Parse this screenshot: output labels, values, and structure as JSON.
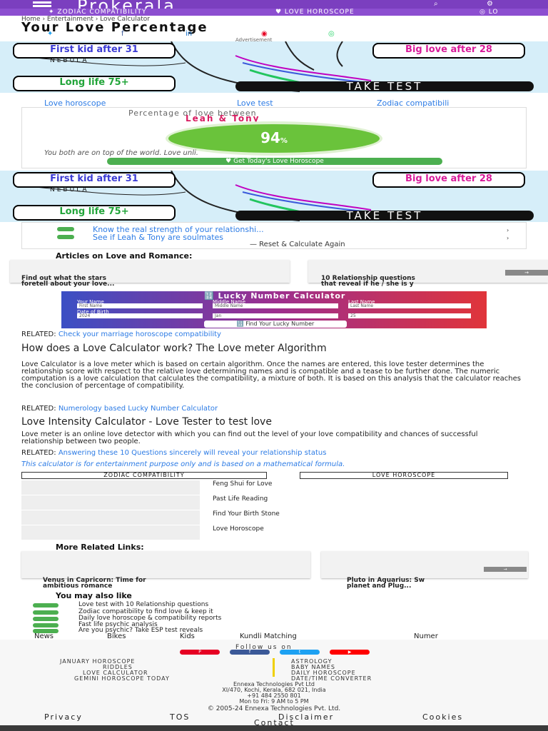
{
  "top": {
    "logo": "Prokerala",
    "search_icon": "search-icon",
    "settings_icon": "gear-icon"
  },
  "subnav": {
    "zodiac": "✦ ZODIAC COMPATIBILITY",
    "love": "♥ LOVE HOROSCOPE",
    "lo": "◎ LO"
  },
  "breadcrumb": "Home  ›  Entertainment  ›  Love Calculator",
  "title": "Your Love Percentage",
  "advert": "Advertisement",
  "banner": {
    "left1": "First kid",
    "left1b": "after 31",
    "left2": "NEBULA",
    "left3": "Long life",
    "left3b": "75+",
    "right1": "Big love",
    "right1b": "after 28",
    "take": "TAKE TEST"
  },
  "pills": [
    "Love horoscope",
    "Love test",
    "Zodiac compatibili"
  ],
  "result": {
    "label": "Percentage of love between",
    "names": "Leah & Tony",
    "score": "94",
    "unit": "%",
    "quote": "You both are on top of the world. Love unli.",
    "button": "♥ Get Today's Love Horoscope"
  },
  "links": [
    "Know the real strength of your relationshi...",
    "See if Leah & Tony are soulmates"
  ],
  "reset": "— Reset & Calculate Again",
  "articles_head": "Articles on Love and Romance:",
  "articles": [
    {
      "title": "Find out what the stars",
      "sub": "foretell about your love..."
    },
    {
      "title": "10 Relationship questions",
      "sub": "that reveal if he / she is y"
    }
  ],
  "lucky": {
    "title": "🔢 Lucky Number Calculator",
    "your_name": "Your Name",
    "middle_name": "Middle Name",
    "last_name": "Last Name",
    "first_ph": "First Name",
    "middle_ph": "Middle Name",
    "last_ph": "Last Name",
    "dob": "Date of Birth",
    "year": "2024",
    "month": "Jan",
    "day": "25",
    "button": "🔢 Find Your Lucky Number"
  },
  "related1": {
    "prefix": "RELATED:",
    "link": "Check your marriage horoscope compatibility"
  },
  "h_algo": "How does a Love Calculator work? The Love meter Algorithm",
  "para1": "Love Calculator is a love meter which is based on certain algorithm. Once the names are entered, this love tester determines the relationship score with respect to the relative love determining names and is compatible and a tease to be further done. The numeric computation is a love calculation that calculates the compatibility, a mixture of both. It is based on this analysis that the calculator reaches the conclusion of percentage of compatibility.",
  "related2": {
    "prefix": "RELATED:",
    "link": "Numerology based Lucky Number Calculator"
  },
  "h_intensity": "Love Intensity Calculator - Love Tester to test love",
  "para2": "Love meter is an online love detector with which you can find out the level of your love compatibility and chances of successful relationship between two people.",
  "related3": {
    "prefix": "RELATED:",
    "link": "Answering these 10 Questions sincerely will reveal your relationship status"
  },
  "disclaimer": "This calculator is for entertainment purpose only and is based on a mathematical formula.",
  "tabs": [
    "ZODIAC COMPATIBILITY",
    "LOVE HOROSCOPE"
  ],
  "related_list": [
    "Feng Shui for Love",
    "Past Life Reading",
    "Find Your Birth Stone",
    "Love Horoscope"
  ],
  "more_head": "More Related Links:",
  "more": [
    {
      "title": "Venus in Capricorn: Time for",
      "sub": "ambitious romance"
    },
    {
      "title": "Pluto in Aquarius: Sw",
      "sub": "planet and Plug..."
    }
  ],
  "yml_head": "You may also like",
  "yml": [
    "Love test with 10 Relationship questions",
    "Zodiac compatibility to find love & keep it",
    "Daily love horoscope & compatibility reports",
    "Fast life psychic analysis",
    "Are you psychic? Take ESP test reveals"
  ],
  "nav": [
    "News",
    "Bikes",
    "Kids",
    "Kundli Matching",
    "Numer"
  ],
  "follow": "Follow us on",
  "social": [
    "pinterest",
    "facebook",
    "twitter",
    "youtube"
  ],
  "footer_left": [
    "JANUARY HOROSCOPE",
    "RIDDLES",
    "LOVE CALCULATOR",
    "GEMINI HOROSCOPE TODAY"
  ],
  "footer_right": [
    "ASTROLOGY",
    "BABY NAMES",
    "DAILY HOROSCOPE",
    "DATE/TIME CONVERTER"
  ],
  "company": [
    "Ennexa Technologies Pvt Ltd",
    "XI/470, Kochi, Kerala, 682 021, India",
    "+91 484 2550 801",
    "Mon to Fri: 9 AM to 5 PM"
  ],
  "copyright": "© 2005-24 Ennexa Technologies Pvt. Ltd.",
  "bottom": [
    "Privacy",
    "TOS",
    "Disclaimer",
    "Cookies",
    "Contact"
  ]
}
